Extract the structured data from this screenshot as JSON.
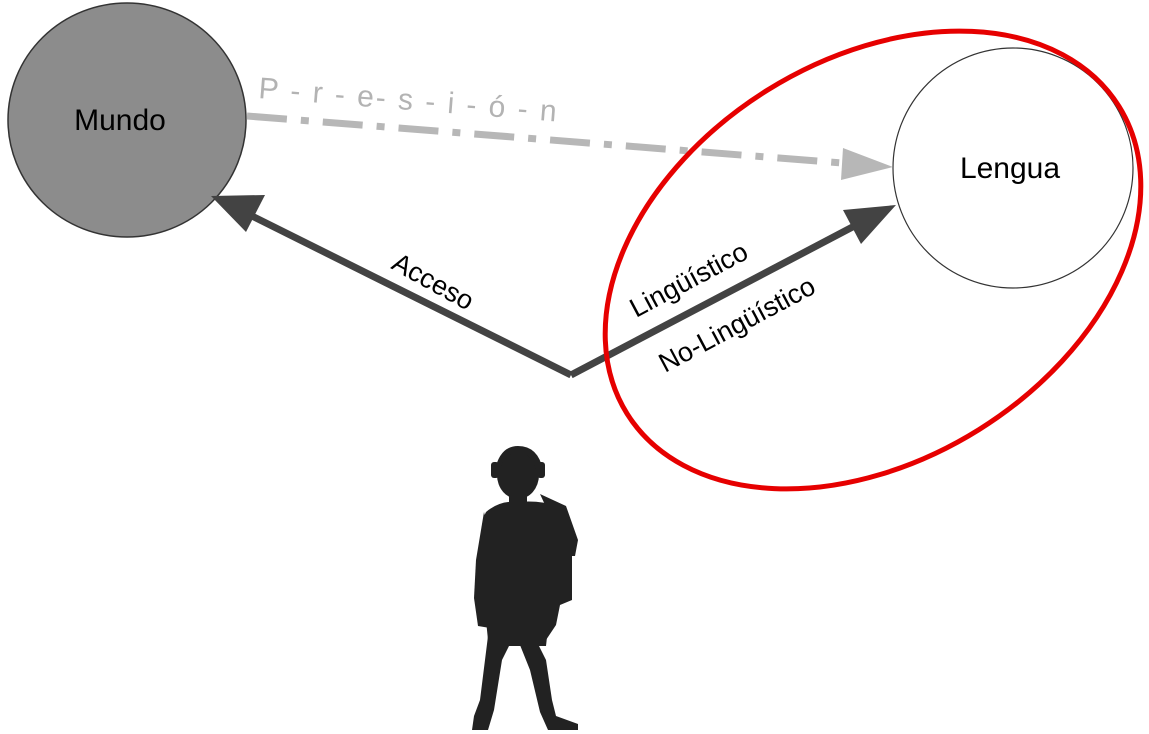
{
  "nodes": {
    "mundo": {
      "label": "Mundo",
      "fill": "#8c8c8c",
      "stroke": "#333333"
    },
    "lengua": {
      "label": "Lengua",
      "fill": "#ffffff",
      "stroke": "#333333"
    }
  },
  "edges": {
    "pressure": {
      "label": "P - r - e- s - i - ó - n",
      "color": "#b7b7b7",
      "style": "dash-dot",
      "from": "Mundo",
      "to": "Lengua"
    },
    "access": {
      "label": "Acceso",
      "color": "#434343",
      "from": "person",
      "to": "Mundo"
    },
    "linguistic": {
      "label_top": "Lingüístico",
      "label_bottom": "No-Lingüístico",
      "color": "#434343",
      "from": "person",
      "to": "Lengua"
    }
  },
  "highlight": {
    "color": "#e60000",
    "shape": "ellipse",
    "encloses": "Lengua"
  },
  "figure": {
    "icon": "person-silhouette-icon",
    "color": "#222222"
  }
}
